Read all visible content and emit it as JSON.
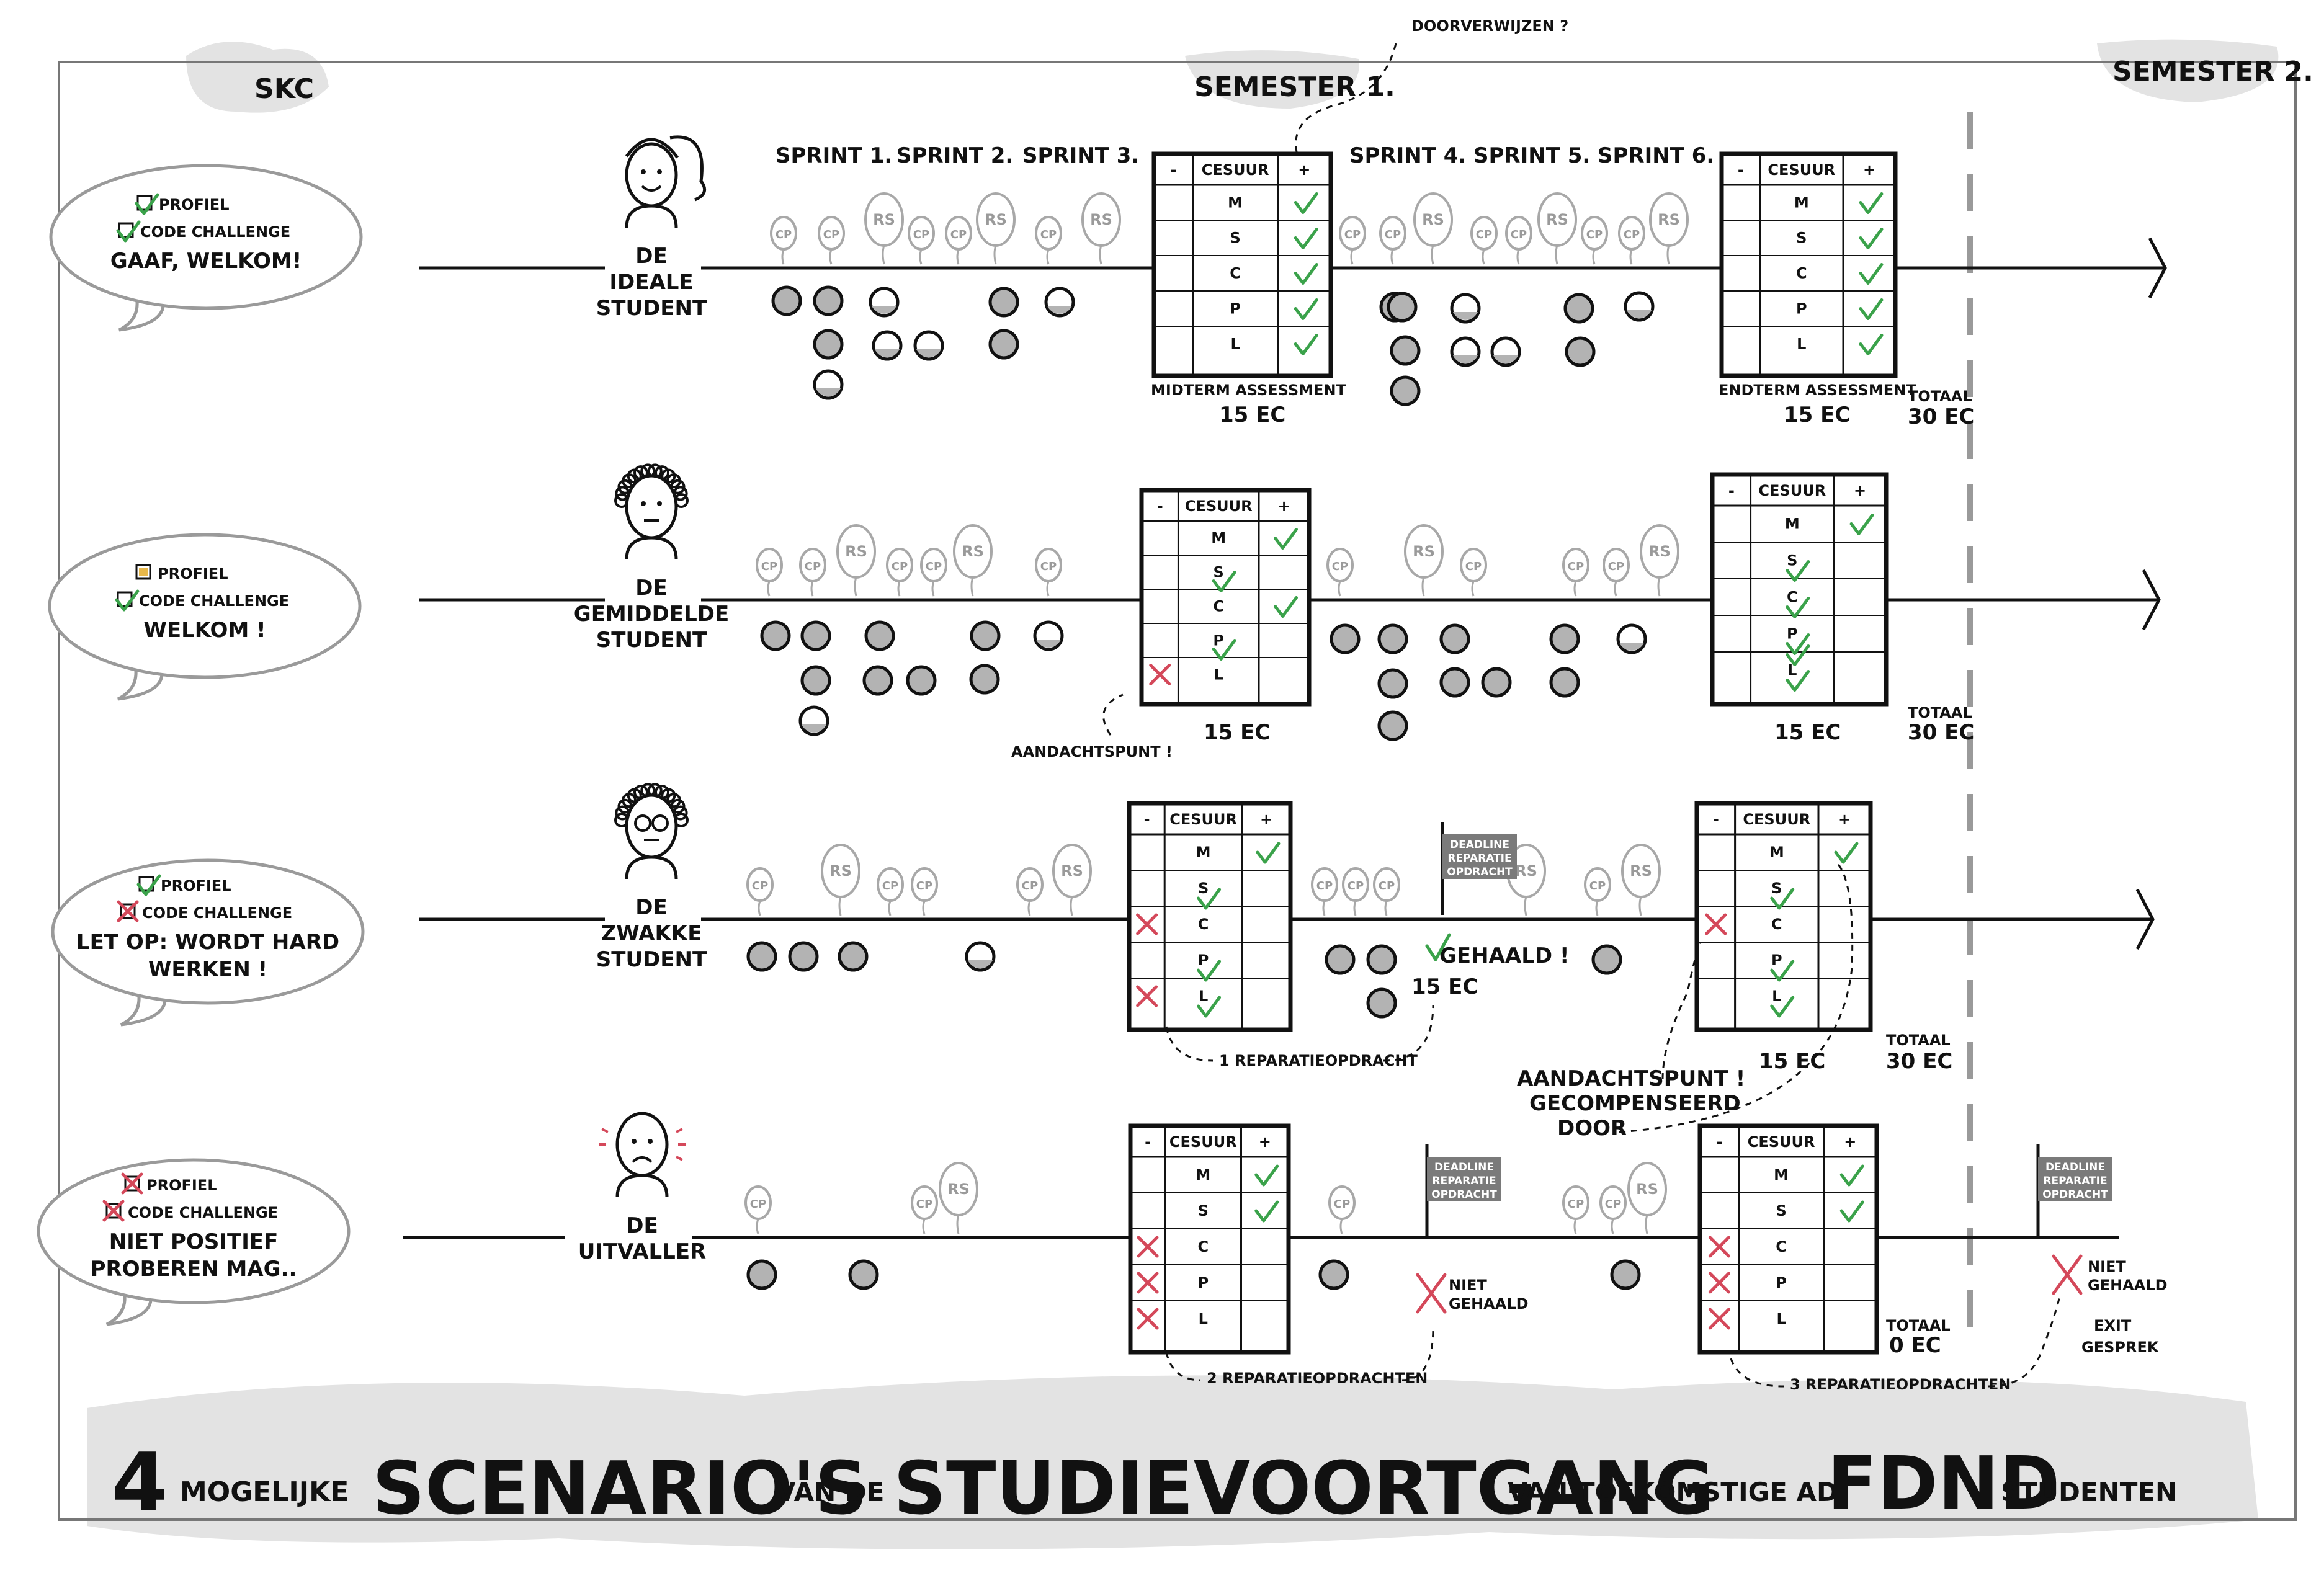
{
  "header": {
    "left_label": "SKC",
    "semester1": "SEMESTER 1.",
    "semester2": "SEMESTER 2.",
    "doorverwijzen": "DOORVERWIJZEN ?"
  },
  "sprints": {
    "first": [
      "SPRINT 1.",
      "SPRINT 2.",
      "SPRINT 3."
    ],
    "second": [
      "SPRINT 4.",
      "SPRINT 5.",
      "SPRINT 6."
    ]
  },
  "table_header": [
    "-",
    "CESUUR",
    "+"
  ],
  "table_rows": [
    "M",
    "S",
    "C",
    "P",
    "L"
  ],
  "balloon_labels": {
    "cp": "CP",
    "rs": "RS"
  },
  "scenarios": [
    {
      "name_lines": [
        "DE",
        "IDEALE",
        "STUDENT"
      ],
      "bubble": [
        {
          "status": "check",
          "text": "PROFIEL"
        },
        {
          "status": "check",
          "text": "CODE CHALLENGE"
        },
        {
          "status": "none",
          "text": "GAAF, WELKOM!"
        }
      ],
      "midterm_minus": [
        false,
        false,
        false,
        false,
        false
      ],
      "midterm_plus": [
        true,
        true,
        true,
        true,
        true
      ],
      "endterm_minus": [
        false,
        false,
        false,
        false,
        false
      ],
      "endterm_plus": [
        true,
        true,
        true,
        true,
        true
      ],
      "midterm_label": "MIDTERM ASSESSMENT",
      "midterm_ec": "15 EC",
      "endterm_label": "ENDTERM ASSESSMENT",
      "endterm_ec": "15 EC",
      "totaal": "TOTAAL",
      "totaal_ec": "30 EC"
    },
    {
      "name_lines": [
        "DE",
        "GEMIDDELDE",
        "STUDENT"
      ],
      "bubble": [
        {
          "status": "partial",
          "text": "PROFIEL"
        },
        {
          "status": "check",
          "text": "CODE CHALLENGE"
        },
        {
          "status": "none",
          "text": "WELKOM !"
        }
      ],
      "midterm_minus": [
        false,
        false,
        false,
        false,
        true
      ],
      "midterm_plus": [
        true,
        false,
        true,
        false,
        false
      ],
      "endterm_minus": [
        false,
        false,
        false,
        false,
        false
      ],
      "endterm_plus": [
        true,
        false,
        false,
        false,
        false
      ],
      "midterm_ec": "15 EC",
      "endterm_ec": "15 EC",
      "note": "AANDACHTSPUNT !",
      "totaal": "TOTAAL",
      "totaal_ec": "30 EC"
    },
    {
      "name_lines": [
        "DE",
        "ZWAKKE",
        "STUDENT"
      ],
      "bubble": [
        {
          "status": "check",
          "text": "PROFIEL"
        },
        {
          "status": "cross",
          "text": "CODE CHALLENGE"
        },
        {
          "status": "none",
          "text": "LET OP: WORDT HARD"
        },
        {
          "status": "none",
          "text": "WERKEN !"
        }
      ],
      "midterm_minus": [
        false,
        false,
        true,
        false,
        true
      ],
      "midterm_plus": [
        true,
        false,
        false,
        false,
        false
      ],
      "endterm_minus": [
        false,
        false,
        true,
        false,
        false
      ],
      "endterm_plus": [
        true,
        false,
        false,
        false,
        false
      ],
      "flag": [
        "DEADLINE",
        "REPARATIE",
        "OPDRACHT"
      ],
      "gehaald": "GEHAALD !",
      "gehaald_ec": "15 EC",
      "reparatie": "1 REPARATIEOPDRACHT",
      "endterm_ec": "15 EC",
      "note_lines": [
        "AANDACHTSPUNT !",
        "GECOMPENSEERD",
        "DOOR"
      ],
      "totaal": "TOTAAL",
      "totaal_ec": "30 EC"
    },
    {
      "name_lines": [
        "DE",
        "UITVALLER"
      ],
      "bubble": [
        {
          "status": "cross",
          "text": "PROFIEL"
        },
        {
          "status": "cross",
          "text": "CODE CHALLENGE"
        },
        {
          "status": "none",
          "text": "NIET POSITIEF"
        },
        {
          "status": "none",
          "text": "PROBEREN MAG.."
        }
      ],
      "midterm_minus": [
        false,
        false,
        true,
        true,
        true
      ],
      "midterm_plus": [
        true,
        true,
        false,
        false,
        false
      ],
      "endterm_minus": [
        false,
        false,
        true,
        true,
        true
      ],
      "endterm_plus": [
        true,
        true,
        false,
        false,
        false
      ],
      "flag": [
        "DEADLINE",
        "REPARATIE",
        "OPDRACHT"
      ],
      "niet_gehaald": [
        "NIET",
        "GEHAALD"
      ],
      "reparatie1": "2 REPARATIEOPDRACHTEN",
      "reparatie2": "3 REPARATIEOPDRACHTEN",
      "totaal": "TOTAAL",
      "totaal_ec": "0 EC",
      "exit_lines": [
        "EXIT",
        "GESPREK"
      ]
    }
  ],
  "title": {
    "num": "4",
    "w1": "MOGELIJKE",
    "w2": "SCENARIO'S",
    "w3": "VAN DE",
    "w4": "STUDIEVOORTGANG",
    "w5": "VAN TOEKOMSTIGE AD",
    "w6": "FDND",
    "w7": "STUDENTEN"
  },
  "colors": {
    "check": "#3aa24a",
    "cross": "#d4485a",
    "highlight": "#dedede",
    "dot": "#b3b3b3",
    "partial": "#e8b84a"
  }
}
